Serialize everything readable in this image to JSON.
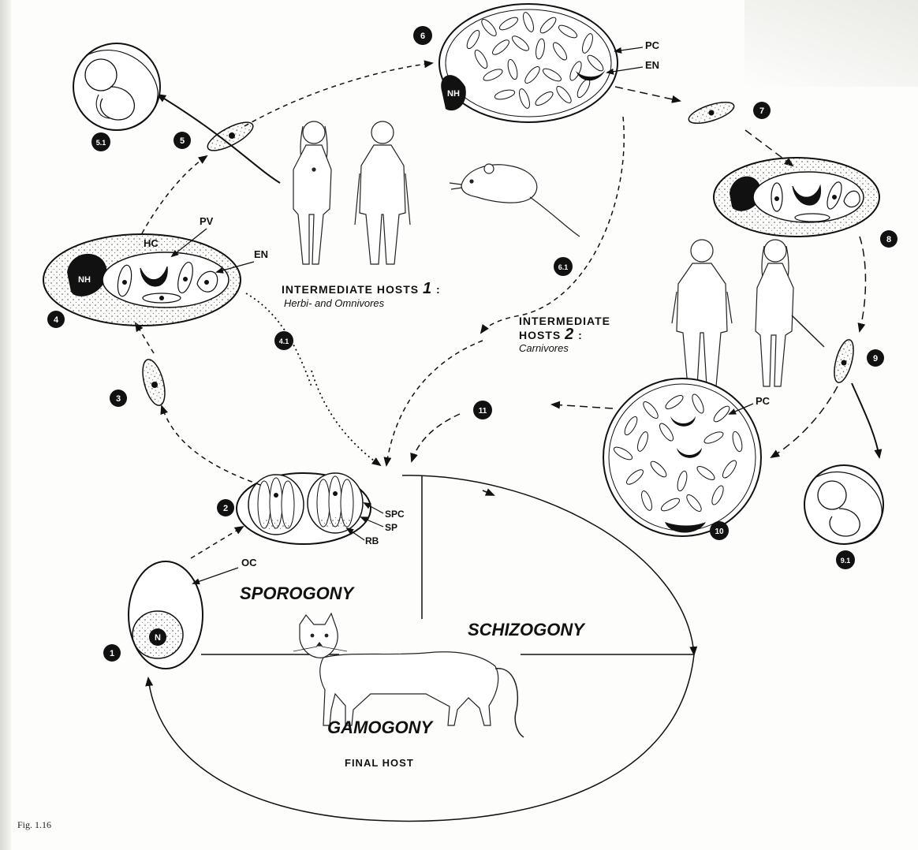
{
  "figure_caption": "Fig. 1.16",
  "stages": {
    "sporogony": "SPOROGONY",
    "schizogony": "SCHIZOGONY",
    "gamogony": "GAMOGONY"
  },
  "final_host": "FINAL HOST",
  "intermediate_hosts_1": {
    "title": "INTERMEDIATE HOSTS",
    "number": "1",
    "colon": ":",
    "subtitle": "Herbi- and Omnivores"
  },
  "intermediate_hosts_2": {
    "title_line1": "INTERMEDIATE",
    "title_line2": "HOSTS",
    "number": "2",
    "colon": ":",
    "subtitle": "Carnivores"
  },
  "structure_labels": {
    "pc_top": "PC",
    "en_top": "EN",
    "nh_top": "NH",
    "pv": "PV",
    "hc": "HC",
    "en_left": "EN",
    "nh_left": "NH",
    "pc_bottom": "PC",
    "spc": "SPC",
    "sp": "SP",
    "rb": "RB",
    "oc": "OC",
    "n": "N"
  },
  "step_numbers": [
    "1",
    "2",
    "3",
    "4",
    "4.1",
    "5",
    "5.1",
    "6",
    "6.1",
    "7",
    "8",
    "9",
    "9.1",
    "10",
    "11"
  ]
}
